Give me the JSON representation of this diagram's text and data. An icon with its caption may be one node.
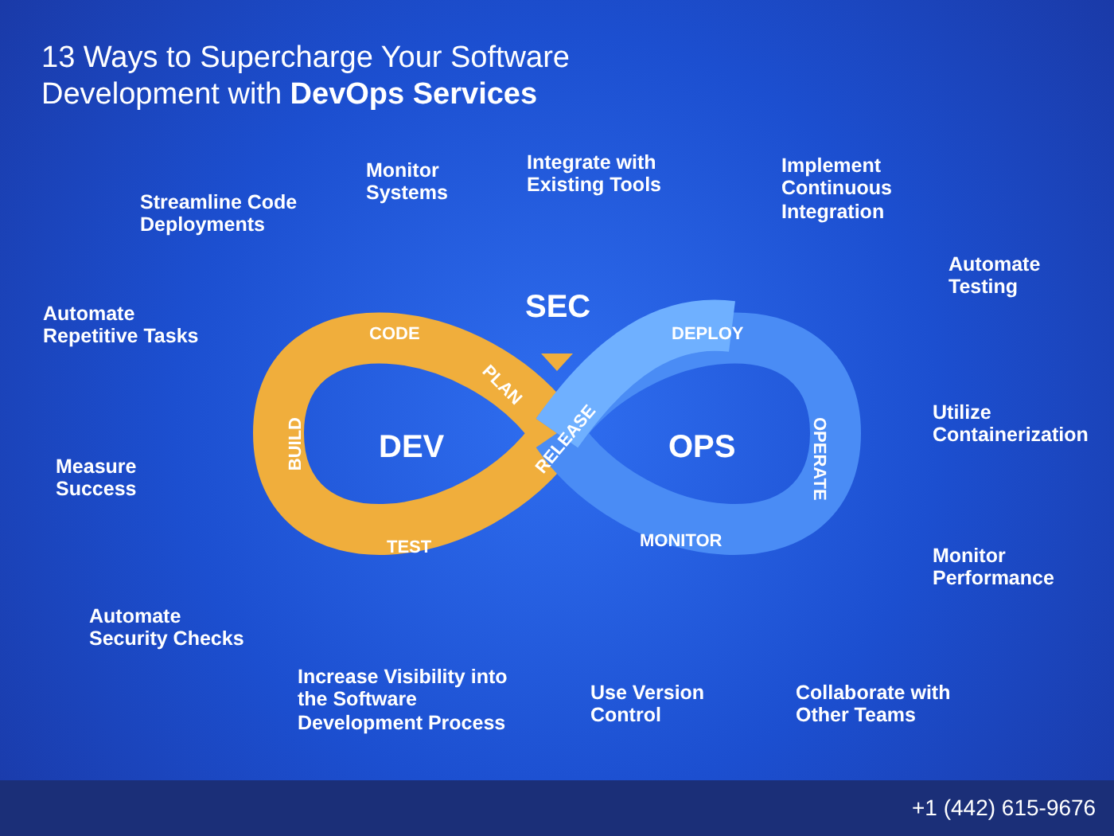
{
  "diagram": {
    "title": "13 Ways to Supercharge Your Software Development with **DevOps Services**",
    "labels": [
      "Monitor Systems",
      "Integrate with Existing Tools",
      "Implement Continuous Integration",
      "Streamline Code Deployments",
      "Automate Testing",
      "Automate Repetitive Tasks",
      "SEC",
      "CODE",
      "DEPLOY",
      "PLAN",
      "DEV",
      "RELEASE",
      "OPS",
      "BUILD",
      "OPERATE",
      "Utilize Containerization",
      "Measure Success",
      "TEST",
      "MONITOR",
      "Monitor Performance",
      "Automate Security Checks",
      "Increase Visibility into the Software Development Process",
      "Use Version Control",
      "Collaborate with Other Teams",
      "+1 (442) 615-9676"
    ]
  }
}
